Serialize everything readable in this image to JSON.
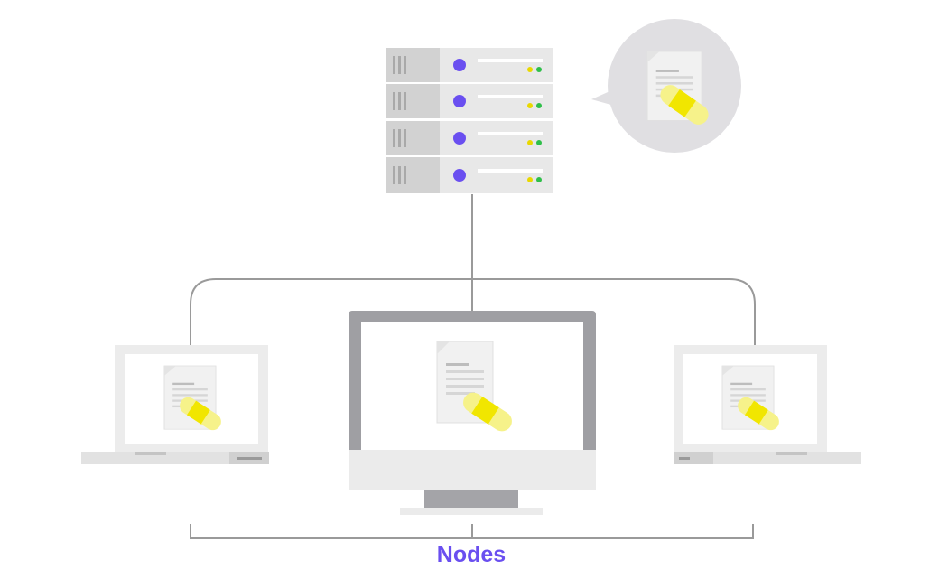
{
  "label": {
    "text": "Nodes"
  },
  "colors": {
    "accent": "#6a4ff0",
    "highlight": "#f1e600",
    "highlight_soft": "#f6f28a",
    "connector": "#9a9a9a",
    "status_yellow": "#e9d800",
    "status_green": "#2fbf4a"
  },
  "diagram": {
    "server": {
      "rack_units": 4
    },
    "icons": [
      "server-icon",
      "document-icon",
      "highlighter-icon",
      "laptop-icon",
      "monitor-icon",
      "speech-bubble-icon"
    ],
    "nodes": [
      {
        "type": "laptop"
      },
      {
        "type": "desktop-monitor"
      },
      {
        "type": "laptop"
      }
    ]
  }
}
